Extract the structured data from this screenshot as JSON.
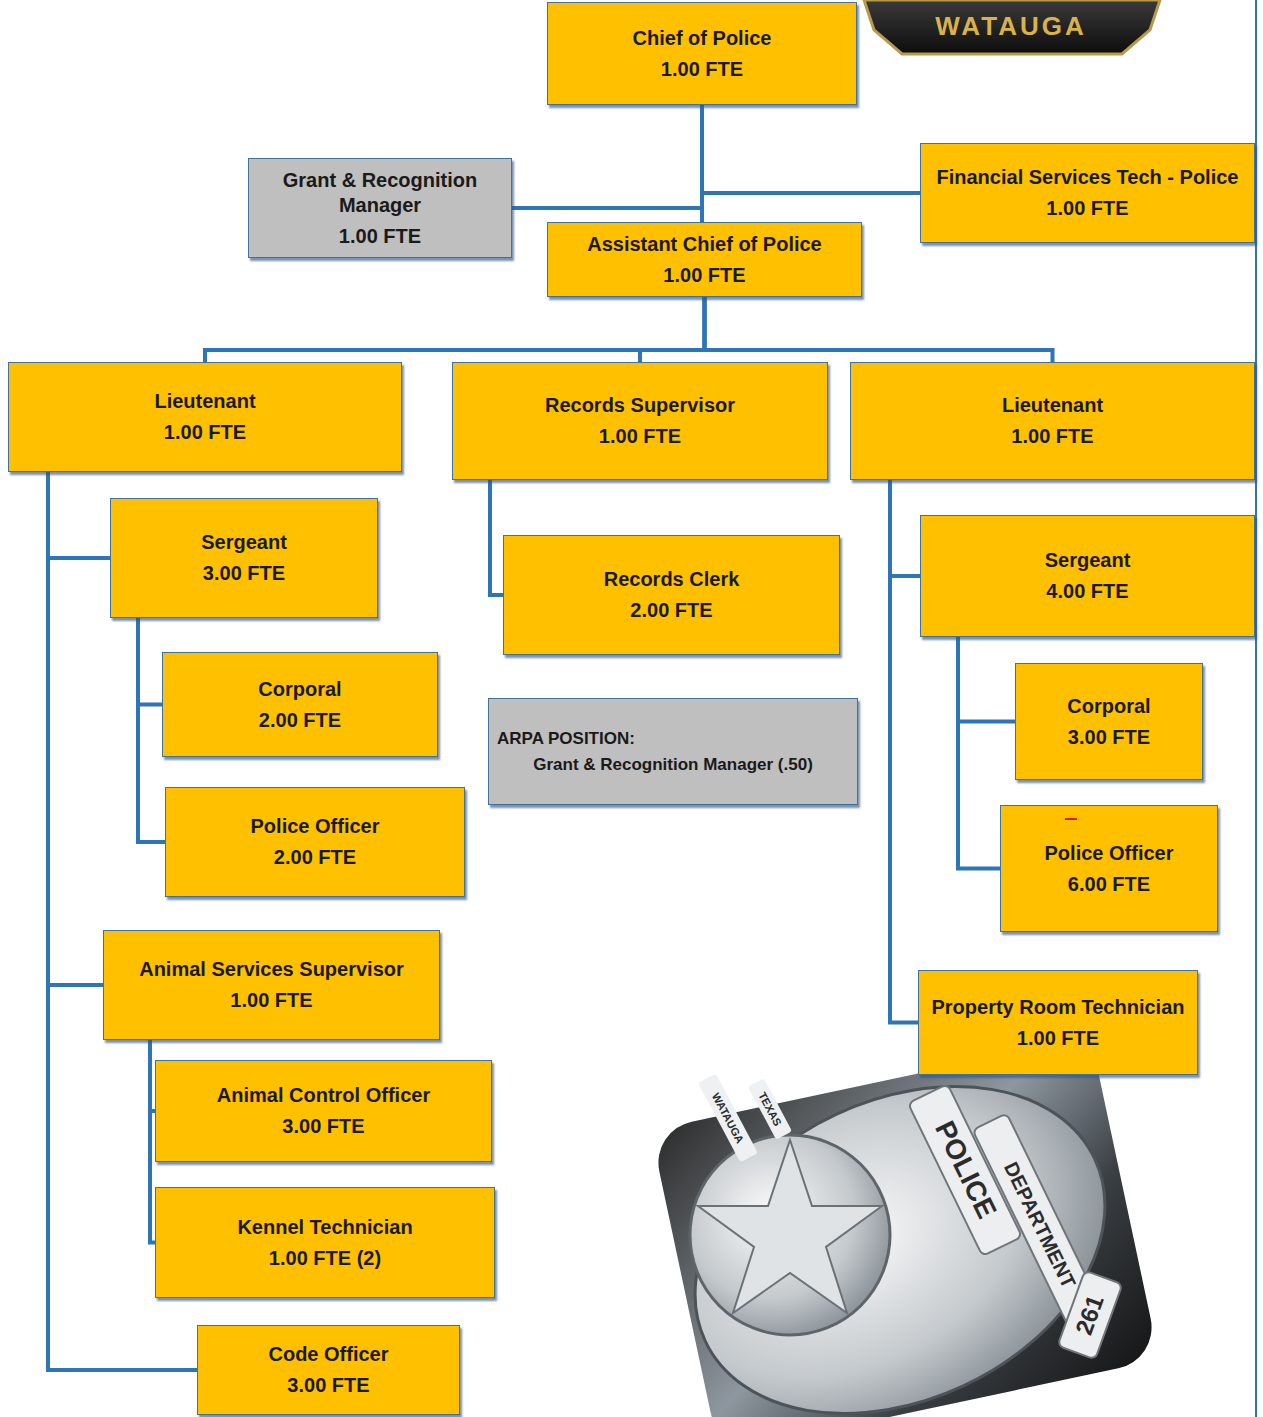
{
  "diagram": {
    "nodes": [
      {
        "text": [
          "Chief of Police",
          "1.00 FTE"
        ]
      },
      {
        "text": [
          "Grant & Recognition Manager",
          "1.00 FTE"
        ]
      },
      {
        "text": [
          "Financial Services Tech - Police",
          "1.00 FTE"
        ]
      },
      {
        "text": [
          "Assistant Chief of Police",
          "1.00 FTE"
        ]
      },
      {
        "text": [
          "Lieutenant",
          "1.00 FTE"
        ]
      },
      {
        "text": [
          "Records Supervisor",
          "1.00 FTE"
        ]
      },
      {
        "text": [
          "Lieutenant",
          "1.00 FTE"
        ]
      },
      {
        "text": [
          "Sergeant",
          "3.00 FTE"
        ]
      },
      {
        "text": [
          "Records Clerk",
          "2.00 FTE"
        ]
      },
      {
        "text": [
          "Sergeant",
          "4.00 FTE"
        ]
      },
      {
        "text": [
          "Corporal",
          "2.00 FTE"
        ]
      },
      {
        "text": [
          "ARPA POSITION:",
          "Grant & Recognition Manager (.50)"
        ]
      },
      {
        "text": [
          "Corporal",
          "3.00 FTE"
        ]
      },
      {
        "text": [
          "Police Officer",
          "2.00 FTE"
        ]
      },
      {
        "text": [
          "Police Officer",
          "6.00 FTE"
        ]
      },
      {
        "text": [
          "Animal Services Supervisor",
          "1.00 FTE"
        ]
      },
      {
        "text": [
          "Property Room Technician",
          "1.00 FTE"
        ]
      },
      {
        "text": [
          "Animal Control Officer",
          "3.00 FTE"
        ]
      },
      {
        "text": [
          "Kennel Technician",
          "1.00 FTE (2)"
        ]
      },
      {
        "text": [
          "Code Officer",
          "3.00 FTE"
        ]
      }
    ],
    "edges": [
      {
        "from": 0,
        "to": 1,
        "arrow": "none"
      },
      {
        "from": 0,
        "to": 2,
        "arrow": "none"
      },
      {
        "from": 0,
        "to": 3,
        "arrow": "none"
      },
      {
        "from": 3,
        "to": 4,
        "arrow": "none"
      },
      {
        "from": 3,
        "to": 5,
        "arrow": "none"
      },
      {
        "from": 3,
        "to": 6,
        "arrow": "none"
      },
      {
        "from": 4,
        "to": 7,
        "arrow": "none"
      },
      {
        "from": 4,
        "to": 15,
        "arrow": "none"
      },
      {
        "from": 4,
        "to": 19,
        "arrow": "none"
      },
      {
        "from": 7,
        "to": 10,
        "arrow": "none"
      },
      {
        "from": 7,
        "to": 13,
        "arrow": "none"
      },
      {
        "from": 5,
        "to": 8,
        "arrow": "none"
      },
      {
        "from": 6,
        "to": 9,
        "arrow": "none"
      },
      {
        "from": 6,
        "to": 16,
        "arrow": "none"
      },
      {
        "from": 9,
        "to": 12,
        "arrow": "none"
      },
      {
        "from": 9,
        "to": 14,
        "arrow": "none"
      },
      {
        "from": 15,
        "to": 17,
        "arrow": "none"
      },
      {
        "from": 15,
        "to": 18,
        "arrow": "none"
      }
    ],
    "labels": [
      "WATAUGA",
      "WATAUGA",
      "TEXAS",
      "POLICE",
      "DEPARTMENT",
      "261"
    ]
  }
}
